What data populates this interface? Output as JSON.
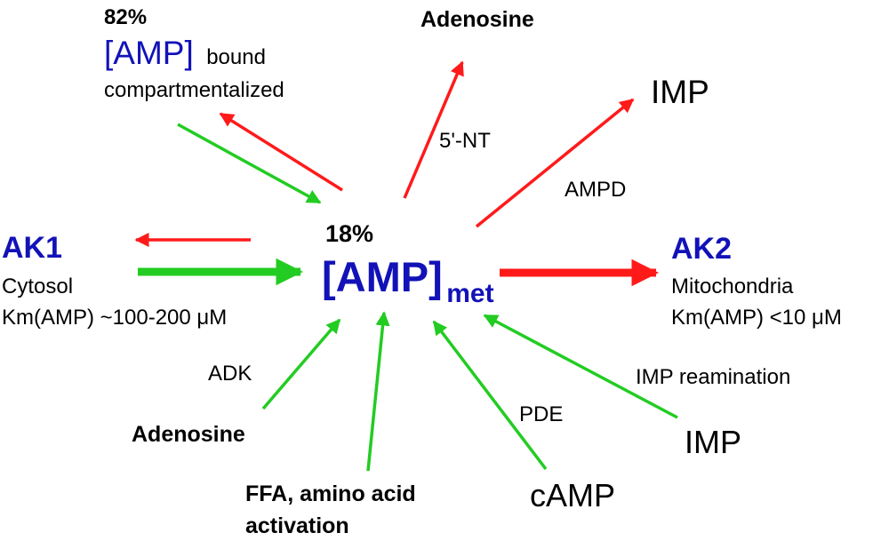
{
  "colors": {
    "red": "#ff1a1a",
    "green": "#22cc22",
    "blue": "#1212b8",
    "black": "#000000"
  },
  "center": {
    "percent": "18%",
    "amp_label": "[AMP]",
    "subscript": "met"
  },
  "bound": {
    "percent": "82%",
    "amp_label": "[AMP]",
    "word_bound": "bound",
    "word_compartment": "compartmentalized"
  },
  "ak1": {
    "title": "AK1",
    "location": "Cytosol",
    "km": "Km(AMP) ~100-200 μM"
  },
  "ak2": {
    "title": "AK2",
    "location": "Mitochondria",
    "km": "Km(AMP) <10 μM"
  },
  "outputs": {
    "adenosine": "Adenosine",
    "nt": "5'-NT",
    "imp": "IMP",
    "ampd": "AMPD"
  },
  "inputs": {
    "adk": "ADK",
    "adenosine": "Adenosine",
    "ffa_line1": "FFA, amino acid",
    "ffa_line2": "activation",
    "pde": "PDE",
    "camp": "cAMP",
    "imp_reamination": "IMP reamination",
    "imp": "IMP"
  }
}
